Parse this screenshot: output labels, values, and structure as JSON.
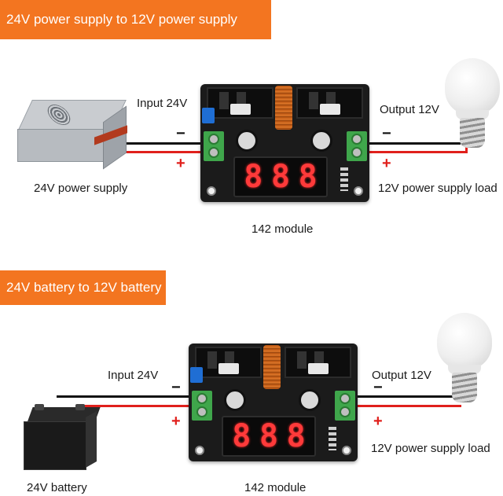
{
  "banners": {
    "top": "24V power supply to 12V power supply",
    "bottom": "24V battery to 12V battery"
  },
  "section1": {
    "input_label": "Input 24V",
    "output_label": "Output 12V",
    "source_label": "24V power supply",
    "load_label": "12V power supply load",
    "module_label": "142 module",
    "minus": "−",
    "plus": "+"
  },
  "section2": {
    "input_label": "Input 24V",
    "output_label": "Output 12V",
    "source_label": "24V battery",
    "load_label": "12V power supply load",
    "module_label": "142 module",
    "minus": "−",
    "plus": "+"
  },
  "module_display": {
    "digits": [
      "8",
      "8",
      "8"
    ]
  },
  "colors": {
    "banner": "#f37520",
    "positive_wire": "#e0201c",
    "negative_wire": "#111111",
    "terminal": "#3fa64b",
    "display_led": "#ff3a3a"
  },
  "icons": {
    "source_1": "power-supply-icon",
    "source_2": "battery-icon",
    "load": "light-bulb-icon",
    "module": "buck-converter-module-icon"
  }
}
